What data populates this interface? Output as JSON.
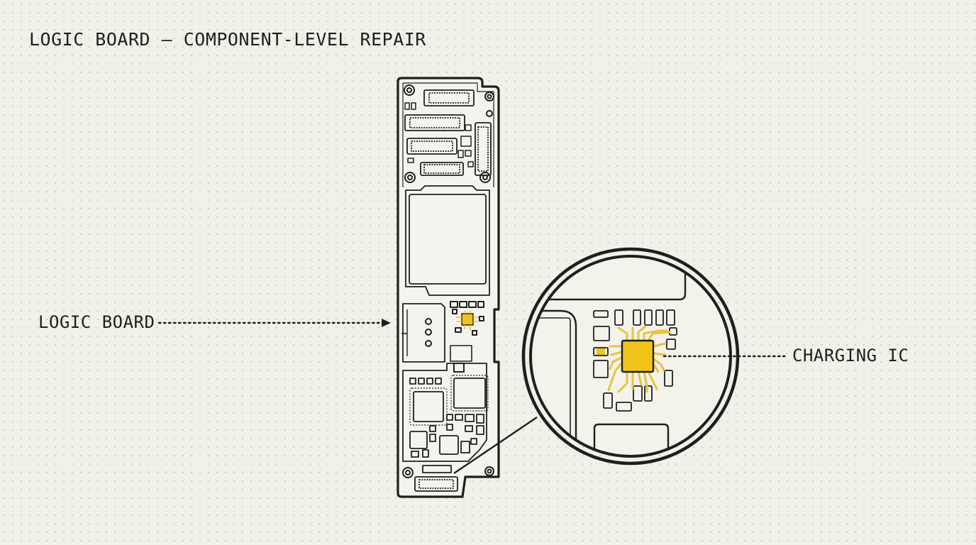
{
  "title": "LOGIC BOARD — COMPONENT-LEVEL REPAIR",
  "callouts": {
    "board_label": "LOGIC BOARD",
    "chip_label": "CHARGING IC"
  },
  "colors": {
    "background": "#f1f1e9",
    "ink": "#1f1f1f",
    "highlight": "#f0c419",
    "trace": "#e8c340"
  }
}
